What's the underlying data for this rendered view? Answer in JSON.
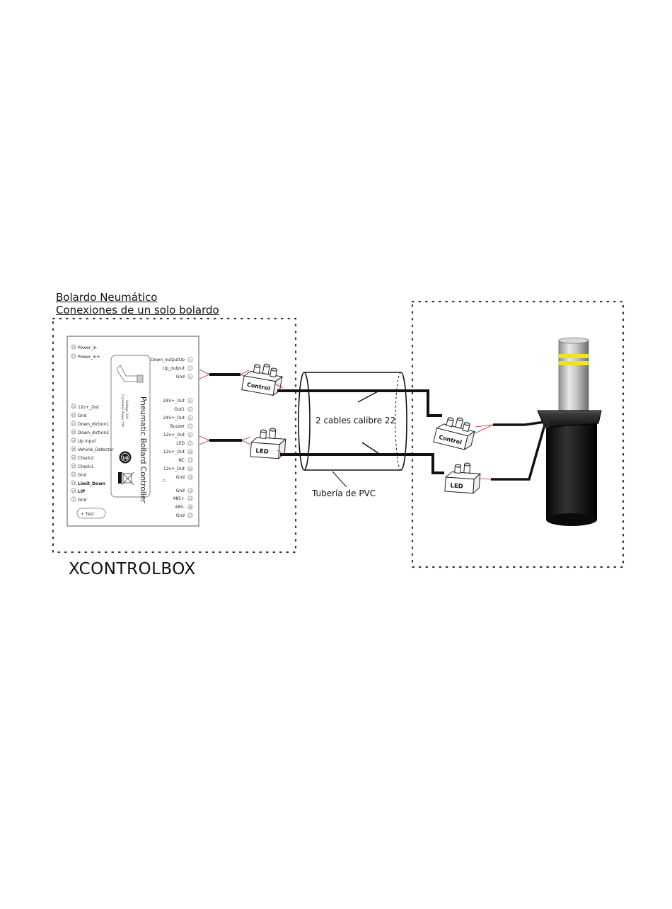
{
  "headings": {
    "title": "Bolardo Neumático",
    "subtitle": "Conexiones de un solo bolardo"
  },
  "brand_label": "XCONTROLBOX",
  "controller": {
    "name": "Pneumatic Bollard Controller",
    "small_text_1": "Voltage 24V",
    "small_text_2": "Controller Power 5W",
    "badge": "10",
    "test_button": "+   Test",
    "left_terminals": [
      {
        "num": "19",
        "label": "Power_in-"
      },
      {
        "num": "17",
        "label": "Power_in+"
      },
      {
        "num": "13",
        "label": "12v+_Out"
      },
      {
        "num": "22",
        "label": "Gnd"
      },
      {
        "num": "21",
        "label": "Down_diction1"
      },
      {
        "num": "24",
        "label": "Down_diction2"
      },
      {
        "num": "18",
        "label": "Up input"
      },
      {
        "num": "25",
        "label": "Vehicle_Detector"
      },
      {
        "num": "16",
        "label": "Check2"
      },
      {
        "num": "17",
        "label": "Check1"
      },
      {
        "num": "15",
        "label": "Gnd"
      },
      {
        "num": "24",
        "label": "Limit_Down"
      },
      {
        "num": "23",
        "label": "LIP"
      },
      {
        "num": "9",
        "label": "Gnd"
      }
    ],
    "right_terminals": [
      {
        "num": "1",
        "label": "Down_outputUp"
      },
      {
        "num": "2",
        "label": "Up_output"
      },
      {
        "num": "3",
        "label": "Gnd"
      },
      {
        "num": "4",
        "label": "24V+_Out"
      },
      {
        "num": "5",
        "label": "Out1"
      },
      {
        "num": "6",
        "label": "24V+_Out"
      },
      {
        "num": "7",
        "label": "Buzzer"
      },
      {
        "num": "8",
        "label": "12v+_Out"
      },
      {
        "num": "9",
        "label": "LED"
      },
      {
        "num": "10",
        "label": "12v+_Out"
      },
      {
        "num": "11",
        "label": "NC"
      },
      {
        "num": "12",
        "label": "12v+_Out"
      },
      {
        "num": "13",
        "label": "Gnd"
      },
      {
        "num": "14",
        "label": "Gnd"
      },
      {
        "num": "15",
        "label": "485+"
      },
      {
        "num": "16",
        "label": "485-"
      },
      {
        "num": "17",
        "label": "Gnd"
      }
    ]
  },
  "connectors": {
    "control": "Control",
    "led": "LED"
  },
  "pipe": {
    "cable_label": "2 cables calibre 22",
    "pipe_label": "Tubería de PVC"
  },
  "colors": {
    "wire": "#111111",
    "red_wire": "#cc2222",
    "bollard_body": "#151515",
    "bollard_steel": "#b9b9b9",
    "reflective_band": "#f2e31a"
  }
}
